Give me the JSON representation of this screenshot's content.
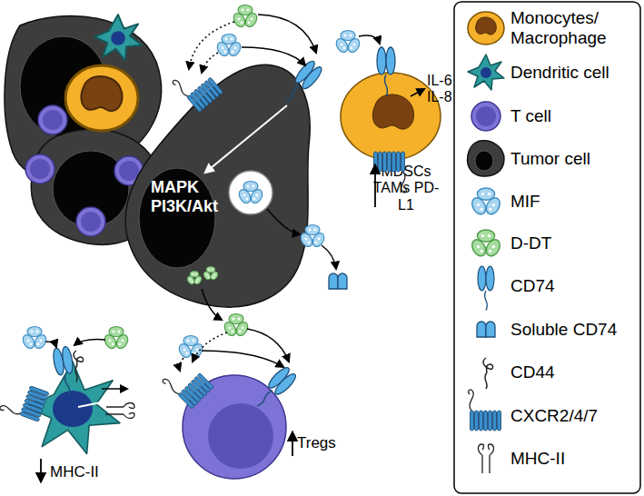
{
  "diagram": {
    "nodes": [
      {
        "text": [
          "MAPK PI3K/Akt"
        ]
      },
      {
        "text": [
          "IL-6 IL-8",
          "MDSCs TAMs PD-L1"
        ]
      },
      {
        "text": [
          "MHC-II"
        ]
      },
      {
        "text": [
          "Tregs"
        ]
      }
    ],
    "legend": [
      {
        "text": "Monocytes/ Macrophage"
      },
      {
        "text": "Dendritic cell"
      },
      {
        "text": "T cell"
      },
      {
        "text": "Tumor cell"
      },
      {
        "text": "MIF"
      },
      {
        "text": "D-DT"
      },
      {
        "text": "CD74"
      },
      {
        "text": "Soluble CD74"
      },
      {
        "text": "CD44"
      },
      {
        "text": "CXCR2/4/7"
      },
      {
        "text": "MHC-II"
      }
    ]
  }
}
